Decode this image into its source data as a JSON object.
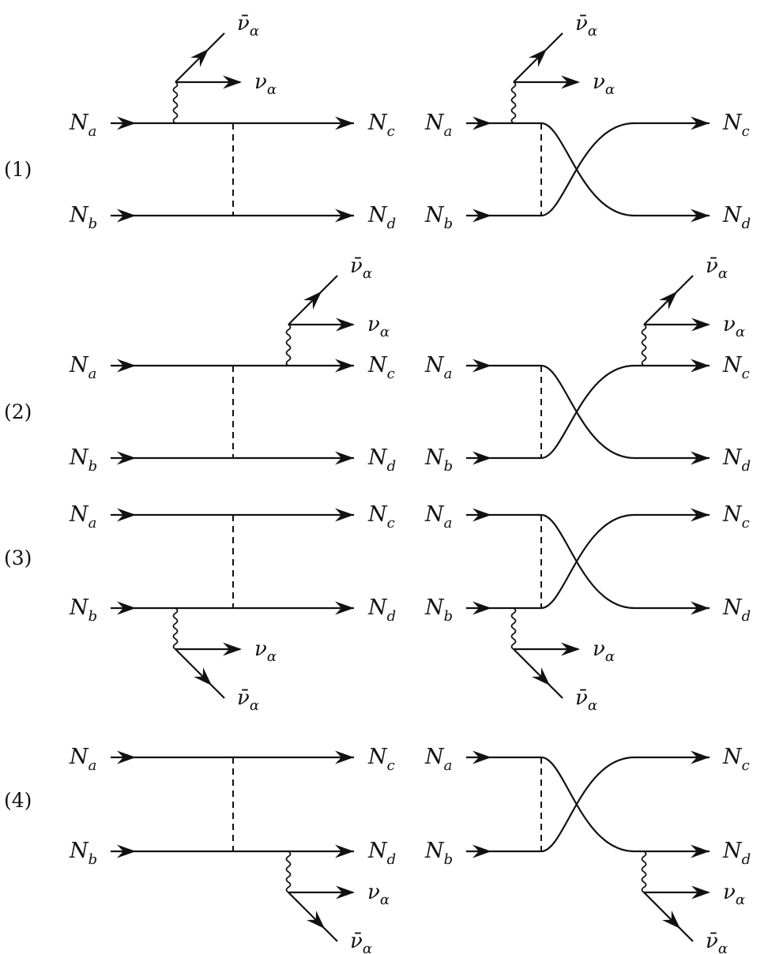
{
  "rows": [
    {
      "label": "(1)"
    },
    {
      "label": "(2)"
    },
    {
      "label": "(3)"
    },
    {
      "label": "(4)"
    }
  ],
  "particles": {
    "incoming_a": {
      "base": "N",
      "sub": "a"
    },
    "incoming_b": {
      "base": "N",
      "sub": "b"
    },
    "outgoing_c": {
      "base": "N",
      "sub": "c"
    },
    "outgoing_d": {
      "base": "N",
      "sub": "d"
    },
    "neutrino": {
      "base": "ν",
      "sub": "α"
    },
    "antineutrino": {
      "base": "ν̄",
      "sub": "α"
    }
  },
  "diagrams": [
    {
      "row": 0,
      "variant": "direct",
      "emission_leg": "a"
    },
    {
      "row": 0,
      "variant": "crossed",
      "emission_leg": "a"
    },
    {
      "row": 1,
      "variant": "direct",
      "emission_leg": "c"
    },
    {
      "row": 1,
      "variant": "crossed",
      "emission_leg": "c"
    },
    {
      "row": 2,
      "variant": "direct",
      "emission_leg": "b"
    },
    {
      "row": 2,
      "variant": "crossed",
      "emission_leg": "b"
    },
    {
      "row": 3,
      "variant": "direct",
      "emission_leg": "d"
    },
    {
      "row": 3,
      "variant": "crossed",
      "emission_leg": "d"
    }
  ]
}
